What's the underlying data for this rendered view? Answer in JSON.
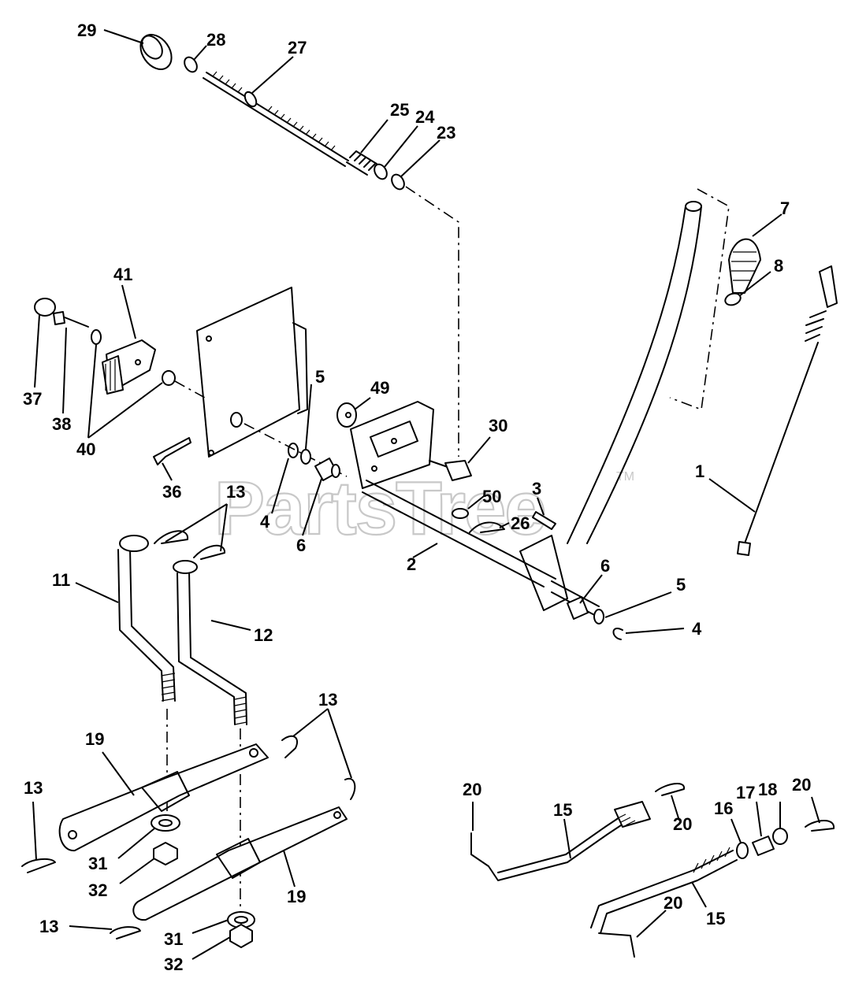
{
  "watermark": {
    "text": "PartsTree",
    "tm": "TM"
  },
  "callouts": [
    {
      "id": "c29",
      "text": "29"
    },
    {
      "id": "c28",
      "text": "28"
    },
    {
      "id": "c27",
      "text": "27"
    },
    {
      "id": "c25",
      "text": "25"
    },
    {
      "id": "c24",
      "text": "24"
    },
    {
      "id": "c23",
      "text": "23"
    },
    {
      "id": "c7",
      "text": "7"
    },
    {
      "id": "c8",
      "text": "8"
    },
    {
      "id": "c41",
      "text": "41"
    },
    {
      "id": "c37",
      "text": "37"
    },
    {
      "id": "c38",
      "text": "38"
    },
    {
      "id": "c40",
      "text": "40"
    },
    {
      "id": "c49",
      "text": "49"
    },
    {
      "id": "c5a",
      "text": "5"
    },
    {
      "id": "c30",
      "text": "30"
    },
    {
      "id": "c36",
      "text": "36"
    },
    {
      "id": "c13a",
      "text": "13"
    },
    {
      "id": "c4a",
      "text": "4"
    },
    {
      "id": "c6a",
      "text": "6"
    },
    {
      "id": "c3",
      "text": "3"
    },
    {
      "id": "c50",
      "text": "50"
    },
    {
      "id": "c26",
      "text": "26"
    },
    {
      "id": "c1",
      "text": "1"
    },
    {
      "id": "c2",
      "text": "2"
    },
    {
      "id": "c11",
      "text": "11"
    },
    {
      "id": "c12",
      "text": "12"
    },
    {
      "id": "c6b",
      "text": "6"
    },
    {
      "id": "c5b",
      "text": "5"
    },
    {
      "id": "c4b",
      "text": "4"
    },
    {
      "id": "c13b",
      "text": "13"
    },
    {
      "id": "c19a",
      "text": "19"
    },
    {
      "id": "c13c",
      "text": "13"
    },
    {
      "id": "c31a",
      "text": "31"
    },
    {
      "id": "c32a",
      "text": "32"
    },
    {
      "id": "c19b",
      "text": "19"
    },
    {
      "id": "c13d",
      "text": "13"
    },
    {
      "id": "c31b",
      "text": "31"
    },
    {
      "id": "c32b",
      "text": "32"
    },
    {
      "id": "c20a",
      "text": "20"
    },
    {
      "id": "c15a",
      "text": "15"
    },
    {
      "id": "c20b",
      "text": "20"
    },
    {
      "id": "c16",
      "text": "16"
    },
    {
      "id": "c17",
      "text": "17"
    },
    {
      "id": "c18",
      "text": "18"
    },
    {
      "id": "c20c",
      "text": "20"
    },
    {
      "id": "c20d",
      "text": "20"
    },
    {
      "id": "c15b",
      "text": "15"
    }
  ]
}
